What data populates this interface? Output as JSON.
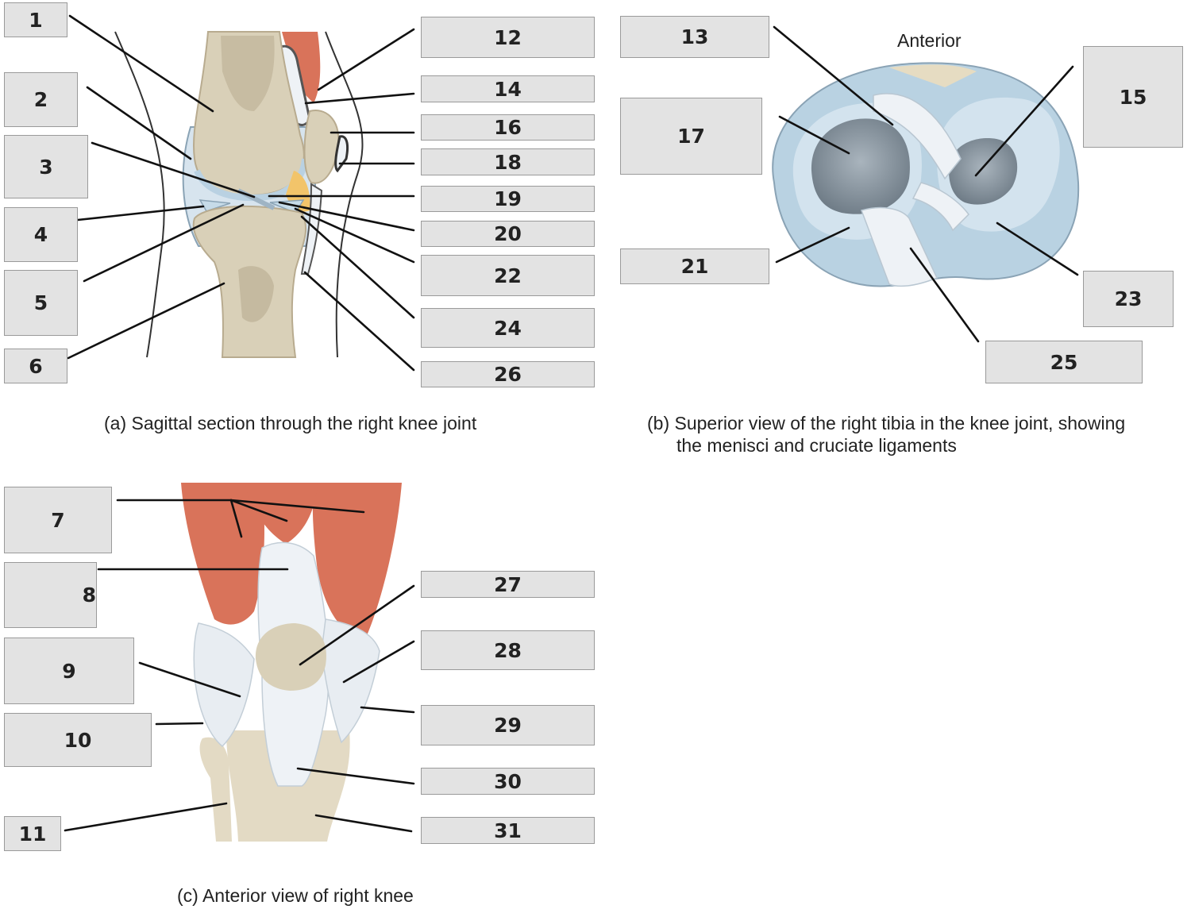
{
  "panels": {
    "a": {
      "caption": "(a) Sagittal section through the right knee joint"
    },
    "b": {
      "caption_line1": "(b) Superior view of the right tibia in the knee joint, showing",
      "caption_line2": "the menisci and cruciate ligaments",
      "anterior": "Anterior"
    },
    "c": {
      "caption": "(c) Anterior view of right knee"
    }
  },
  "labels": {
    "n1": "1",
    "n2": "2",
    "n3": "3",
    "n4": "4",
    "n5": "5",
    "n6": "6",
    "n7": "7",
    "n8": "8",
    "n9": "9",
    "n10": "10",
    "n11": "11",
    "n12": "12",
    "n13": "13",
    "n14": "14",
    "n15": "15",
    "n16": "16",
    "n17": "17",
    "n18": "18",
    "n19": "19",
    "n20": "20",
    "n21": "21",
    "n22": "22",
    "n23": "23",
    "n24": "24",
    "n25": "25",
    "n26": "26",
    "n27": "27",
    "n28": "28",
    "n29": "29",
    "n30": "30",
    "n31": "31"
  },
  "colors": {
    "bone": "#d9d0b8",
    "bone_dark": "#b8ab8f",
    "cartilage": "#c6dbe8",
    "muscle": "#d9735a",
    "ligament": "#eef2f6",
    "fat": "#f2c46a",
    "label_fill": "#e3e3e3",
    "label_border": "#9a9a9a"
  }
}
